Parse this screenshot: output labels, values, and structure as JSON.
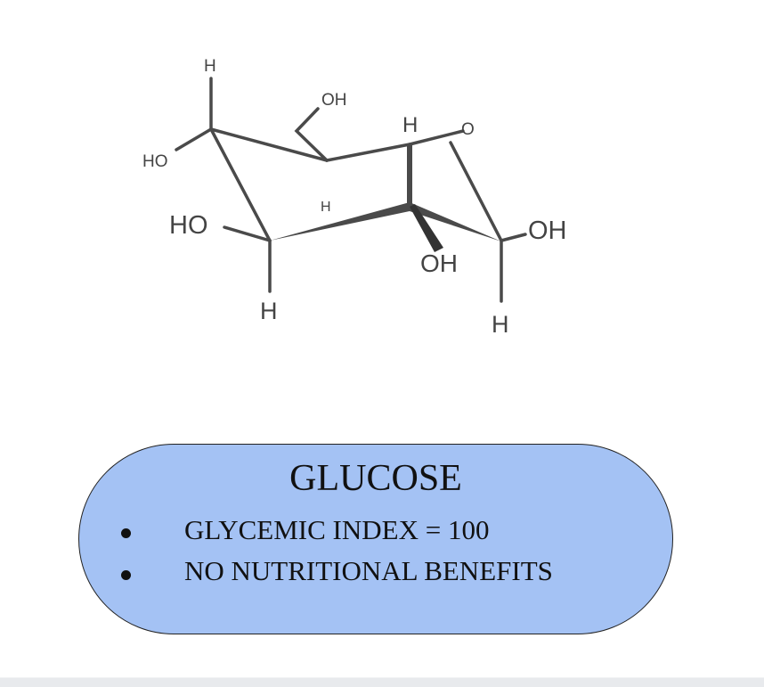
{
  "molecule": {
    "labels": {
      "h_top": "H",
      "ho_top_left": "HO",
      "oh_ch2": "OH",
      "h_ring_top": "H",
      "o_ring": "O",
      "oh_right": "OH",
      "h_bottom_right": "H",
      "oh_wedge": "OH",
      "h_middle": "H",
      "ho_left": "HO",
      "h_bottom_left": "H"
    }
  },
  "info_box": {
    "title": "GLUCOSE",
    "bullets": [
      "GLYCEMIC INDEX = 100",
      "NO NUTRITIONAL BENEFITS"
    ],
    "fill_color": "#a4c2f4"
  }
}
